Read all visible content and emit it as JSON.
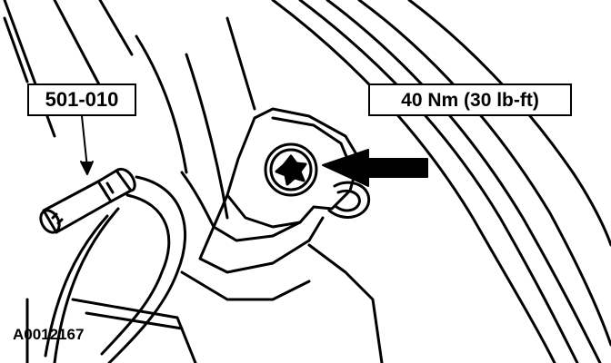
{
  "labels": {
    "tool_number": "501-010",
    "torque_spec": "40 Nm (30 lb-ft)",
    "figure_id": "A0012167"
  },
  "colors": {
    "ink": "#000000",
    "background": "#ffffff"
  },
  "icons": {
    "fastener": "torx-bolt-icon",
    "pointer": "arrow-left-icon",
    "tool": "torx-bit-icon"
  }
}
